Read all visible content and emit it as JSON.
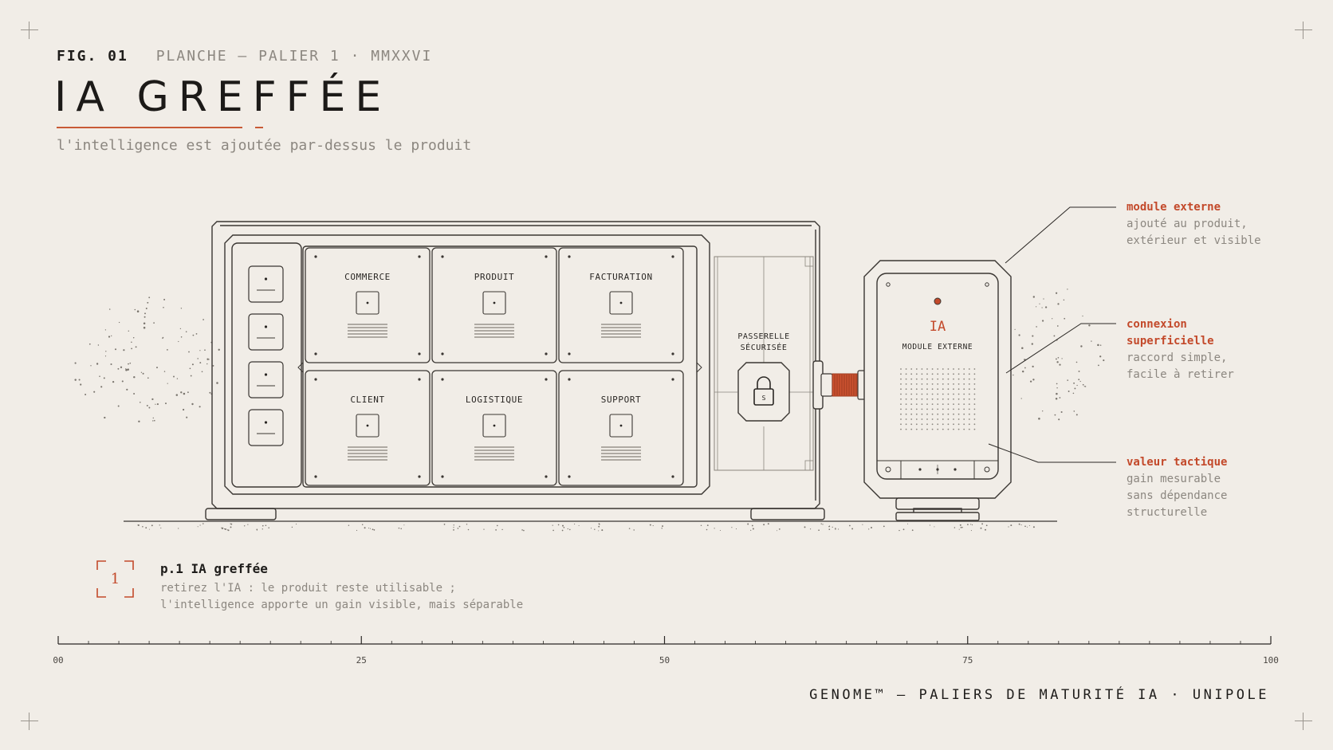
{
  "header": {
    "fig_label": "FIG. 01",
    "planche": "PLANCHE — PALIER 1 · MMXXVI",
    "title": "IA GREFFÉE",
    "subtitle": "l'intelligence est ajoutée par-dessus le produit"
  },
  "diagram": {
    "modules": [
      "COMMERCE",
      "PRODUIT",
      "FACTURATION",
      "CLIENT",
      "LOGISTIQUE",
      "SUPPORT"
    ],
    "gateway_label": [
      "PASSERELLE",
      "SÉCURISÉE"
    ],
    "lock_label": "S",
    "ai_module": {
      "title": "IA",
      "subtitle": "MODULE EXTERNE"
    }
  },
  "callouts": [
    {
      "title": "module externe",
      "desc": [
        "ajouté au produit,",
        "extérieur et visible"
      ]
    },
    {
      "title": [
        "connexion",
        "superficielle"
      ],
      "desc": [
        "raccord simple,",
        "facile à retirer"
      ]
    },
    {
      "title": "valeur tactique",
      "desc": [
        "gain mesurable",
        "sans dépendance",
        "structurelle"
      ]
    }
  ],
  "legend": {
    "number": "1",
    "title": "p.1 IA greffée",
    "desc": [
      "retirez l'IA : le produit reste utilisable ;",
      "l'intelligence apporte un gain visible, mais séparable"
    ]
  },
  "scale": {
    "labels": [
      "00",
      "25",
      "50",
      "75",
      "100"
    ]
  },
  "footer": "GENOME™ — PALIERS DE MATURITÉ IA · UNIPOLE",
  "colors": {
    "accent": "#c3492a",
    "ink": "#2a2724",
    "muted": "#8c8780",
    "background": "#f1ede7"
  }
}
